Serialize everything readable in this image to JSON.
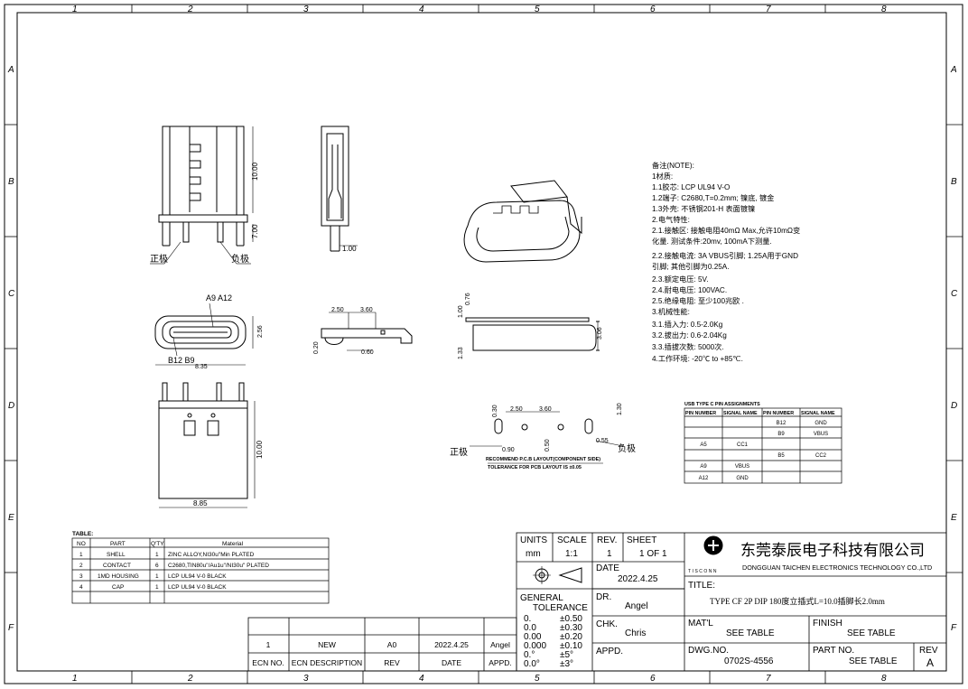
{
  "border": {
    "columns": [
      "1",
      "2",
      "3",
      "4",
      "5",
      "6",
      "7",
      "8"
    ],
    "rows": [
      "A",
      "B",
      "C",
      "D",
      "E",
      "F"
    ]
  },
  "labels": {
    "positive": "正极",
    "negative": "负极",
    "pins_top": "A9 A12",
    "pins_bottom": "B12 B9"
  },
  "dims": {
    "side_height": "10.00",
    "lead": "7.00",
    "tail": "1.00",
    "width": "8.35",
    "height": "2.56",
    "d250": "2.50",
    "d360": "3.60",
    "d020": "0.20",
    "d060": "0.60",
    "d076": "0.76",
    "d100": "1.00",
    "d306": "3.06",
    "d133": "1.33",
    "front_h": "10.00",
    "front_w": "8.85",
    "fp250": "2.50",
    "fp360": "3.60",
    "fp030": "0.30",
    "fp130": "1.30",
    "fp090": "0.90",
    "fp050": "0.50",
    "fp055": "0.55"
  },
  "pcb": {
    "recommend": "RECOMMEND P.C.B LAYOUT(COMPONENT SIDE)",
    "tolerance": "TOLERANCE FOR PCB LAYOUT IS ±0.05"
  },
  "notes": [
    "备注(NOTE):",
    "1材质:",
    "1.1胶芯: LCP UL94 V-O",
    "1.2端子: C2680,T=0.2mm; 镍底, 镀金",
    "1.3外壳: 不锈钢201-H 表面镀镍",
    "2.电气特性:",
    "2.1.接触区: 接触电阻40mΩ Max,允许10mΩ变",
    "   化量. 测试条件:20mv, 100mA下测量.",
    "2.2.接触电流: 3A VBUS引脚; 1.25A用于GND",
    "   引脚; 其他引脚为0.25A.",
    "2.3.额定电压: 5V.",
    "2.4.耐电电压: 100VAC.",
    "2.5.绝缘电阻: 至少100兆欧 .",
    "3.机械性能:",
    "3.1.插入力: 0.5-2.0Kg",
    "3.2.拔出力: 0.6-2.04Kg",
    "3.3.插拔次数: 5000次.",
    "4.工作环境: -20℃ to +85℃."
  ],
  "pin_table": {
    "title": "USB TYPE C PIN ASSIGNMENTS",
    "headers": [
      "PIN NUMBER",
      "SIGNAL NAME",
      "PIN NUMBER",
      "SIGNAL NAME"
    ],
    "rows": [
      [
        "",
        "",
        "B12",
        "GND"
      ],
      [
        "",
        "",
        "B9",
        "VBUS"
      ],
      [
        "A5",
        "CC1",
        "",
        ""
      ],
      [
        "",
        "",
        "B5",
        "CC2"
      ],
      [
        "A9",
        "VBUS",
        "",
        ""
      ],
      [
        "A12",
        "GND",
        "",
        ""
      ]
    ]
  },
  "bom": {
    "title": "TABLE:",
    "headers": [
      "NO",
      "PART",
      "Q'TY",
      "Material"
    ],
    "rows": [
      [
        "1",
        "SHELL",
        "1",
        "ZINC ALLOY,NI30u\"Min PLATED"
      ],
      [
        "2",
        "CONTACT",
        "6",
        "C2680,TIN80u\"/Au1u\"/NI30u\" PLATED"
      ],
      [
        "3",
        "1MD HOUSING",
        "1",
        "LCP UL94 V-0 BLACK"
      ],
      [
        "4",
        "CAP",
        "1",
        "LCP UL94 V-0 BLACK"
      ]
    ]
  },
  "revision": {
    "row": [
      "1",
      "NEW",
      "A0",
      "2022.4.25",
      "Angel"
    ],
    "headers": [
      "ECN NO.",
      "ECN DESCRIPTION",
      "REV",
      "DATE",
      "APPD."
    ]
  },
  "title_block": {
    "units_label": "UNITS",
    "units": "mm",
    "scale_label": "SCALE",
    "scale": "1:1",
    "rev_label": "REV.",
    "rev": "1",
    "sheet_label": "SHEET",
    "sheet": "1 OF 1",
    "date_label": "DATE",
    "date": "2022.4.25",
    "general": "GENERAL",
    "tolerance": "TOLERANCE",
    "tol_vals": [
      "0.",
      "0.0",
      "0.00",
      "0.000",
      "0.°",
      "0.0°"
    ],
    "tol_devs": [
      "±0.50",
      "±0.30",
      "±0.20",
      "±0.10",
      "±5°",
      "±3°"
    ],
    "dr_label": "DR.",
    "dr": "Angel",
    "chk_label": "CHK.",
    "chk": "Chris",
    "appd_label": "APPD.",
    "company_cn": "东莞泰辰电子科技有限公司",
    "company_en": "DONGGUAN TAICHEN ELECTRONICS TECHNOLOGY CO.,LTD",
    "logo_text": "TISCONN",
    "title_label": "TITLE:",
    "title": "TYPE CF 2P DIP 180度立插式L=10.0插脚长2.0mm",
    "matl_label": "MAT'L",
    "matl": "SEE TABLE",
    "finish_label": "FINISH",
    "finish": "SEE TABLE",
    "dwg_label": "DWG.NO.",
    "dwg": "0702S-4556",
    "part_label": "PART NO.",
    "part": "SEE TABLE",
    "rev2_label": "REV",
    "rev2": "A"
  },
  "colors": {
    "line": "#000000",
    "paper": "#ffffff"
  }
}
